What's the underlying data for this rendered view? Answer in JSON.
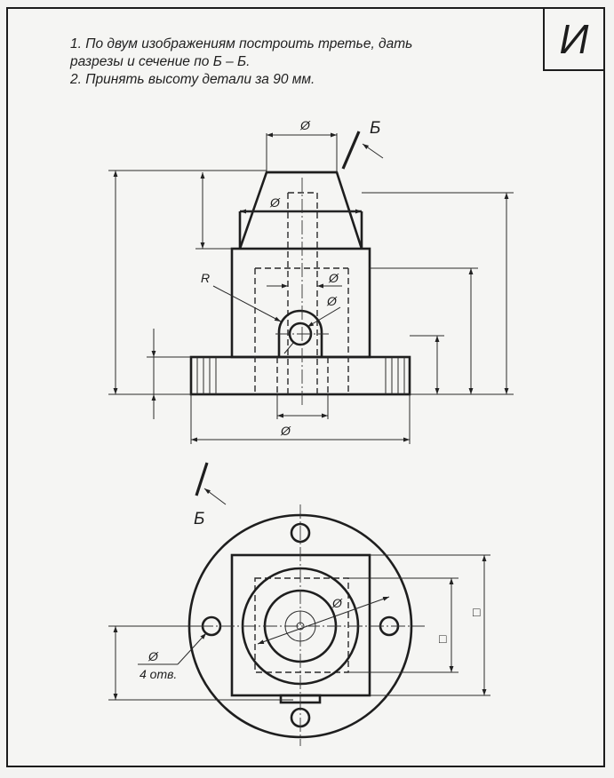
{
  "variant_letter": "И",
  "task": {
    "line1": "1. По двум изображениям построить третье, дать",
    "line2": "разрезы и сечение по Б – Б.",
    "line3": "2. Принять высоту детали за 90 мм."
  },
  "front_view": {
    "diameter_top": "Ø",
    "diameter_bore": "Ø",
    "diameter_slot": "Ø",
    "diameter_hole": "Ø",
    "radius": "R",
    "diameter_base": "Ø",
    "section_top": "Б"
  },
  "top_view": {
    "section_bottom": "Б",
    "diameter_cylinder": "Ø",
    "hole_diameter": "Ø",
    "hole_count": "4 отв.",
    "square_outer": "□",
    "square_inner": "□"
  }
}
